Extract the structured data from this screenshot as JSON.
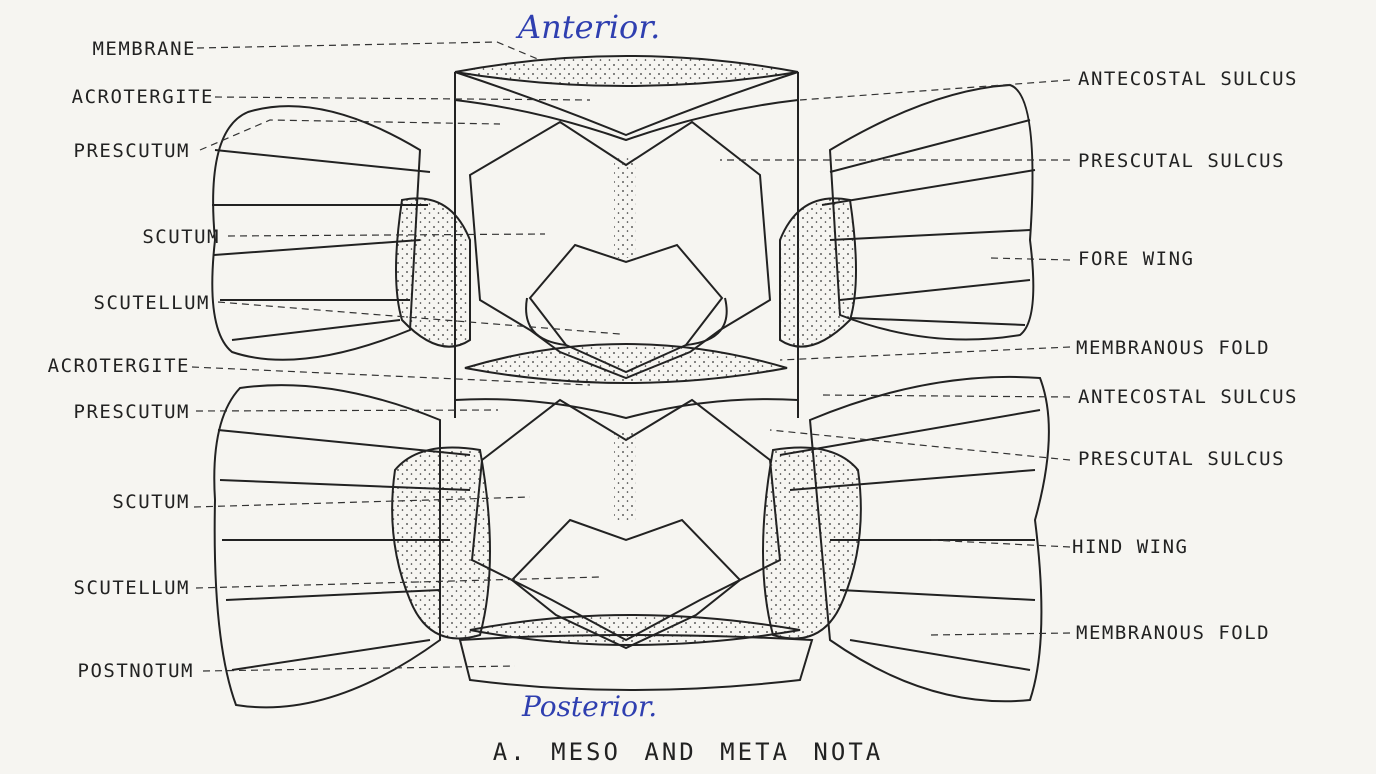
{
  "orientation": {
    "top": "Anterior.",
    "bottom": "Posterior."
  },
  "caption": "A.  MESO AND META NOTA",
  "labels_left": [
    "MEMBRANE",
    "ACROTERGITE",
    "PRESCUTUM",
    "SCUTUM",
    "SCUTELLUM",
    "ACROTERGITE",
    "PRESCUTUM",
    "SCUTUM",
    "SCUTELLUM",
    "POSTNOTUM"
  ],
  "labels_right": [
    "ANTECOSTAL SULCUS",
    "PRESCUTAL SULCUS",
    "FORE WING",
    "MEMBRANOUS FOLD",
    "ANTECOSTAL SULCUS",
    "PRESCUTAL SULCUS",
    "HIND WING",
    "MEMBRANOUS FOLD"
  ],
  "colors": {
    "ink": "#222222",
    "handwriting": "#2f3fb0",
    "paper": "#f6f5f1"
  }
}
